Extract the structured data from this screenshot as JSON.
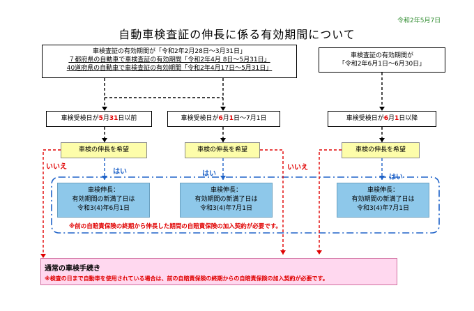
{
  "date": "令和2年5月7日",
  "title": "自動車検査証の伸長に係る有効期間について",
  "top_left_box": {
    "line1": "車検査証の有効期間が「令和2年2月28日～3月31日」",
    "line2": "７都府県の自動車で車検査証の有効期間「令和2年4月 8日～5月31日」",
    "line3": "40道府県の自動車で車検査証の有効期間「令和2年4月17日～5月31日」"
  },
  "top_right_box": {
    "line1": "車検査証の有効期間が",
    "line2": "「令和2年6月1日～6月30日」"
  },
  "inspection_boxes": [
    {
      "pre": "車検受検日が",
      "hl1": "5",
      "mid1": "月",
      "hl2": "31",
      "post": "日以前"
    },
    {
      "pre": "車検受検日が",
      "hl1": "6",
      "mid1": "月",
      "hl2": "1",
      "post": "日～7月1日"
    },
    {
      "pre": "車検受検日が",
      "hl1": "6",
      "mid1": "月",
      "hl2": "1",
      "post": "日以降"
    }
  ],
  "request_label": "車検の伸長を希望",
  "yes_label": "はい",
  "no_label": "いいえ",
  "extension_boxes": [
    {
      "line1": "車検伸長：",
      "line2": "有効期間の新満了日は",
      "line3": "令和3(4)年6月1日"
    },
    {
      "line1": "車検伸長：",
      "line2": "有効期間の新満了日は",
      "line3": "令和3(4)年7月1日"
    },
    {
      "line1": "車検伸長：",
      "line2": "有効期間の新満了日は",
      "line3": "令和3(4)年7月1日"
    }
  ],
  "extension_note": "※前の自賠責保険の終期から伸長した期間の自賠責保険の加入契約が必要です。",
  "normal": {
    "title": "通常の車検手続き",
    "note": "※検査の日まで自動車を使用されている場合は、前の自賠責保険の終期からの自賠責保険の加入契約が必要です。"
  },
  "colors": {
    "accent_blue": "#1e62c8",
    "alert_red": "#e00000",
    "request_yellow": "#fdfdaa",
    "extension_blue": "#8ec8ea",
    "normal_pink": "#ffd8ef"
  }
}
